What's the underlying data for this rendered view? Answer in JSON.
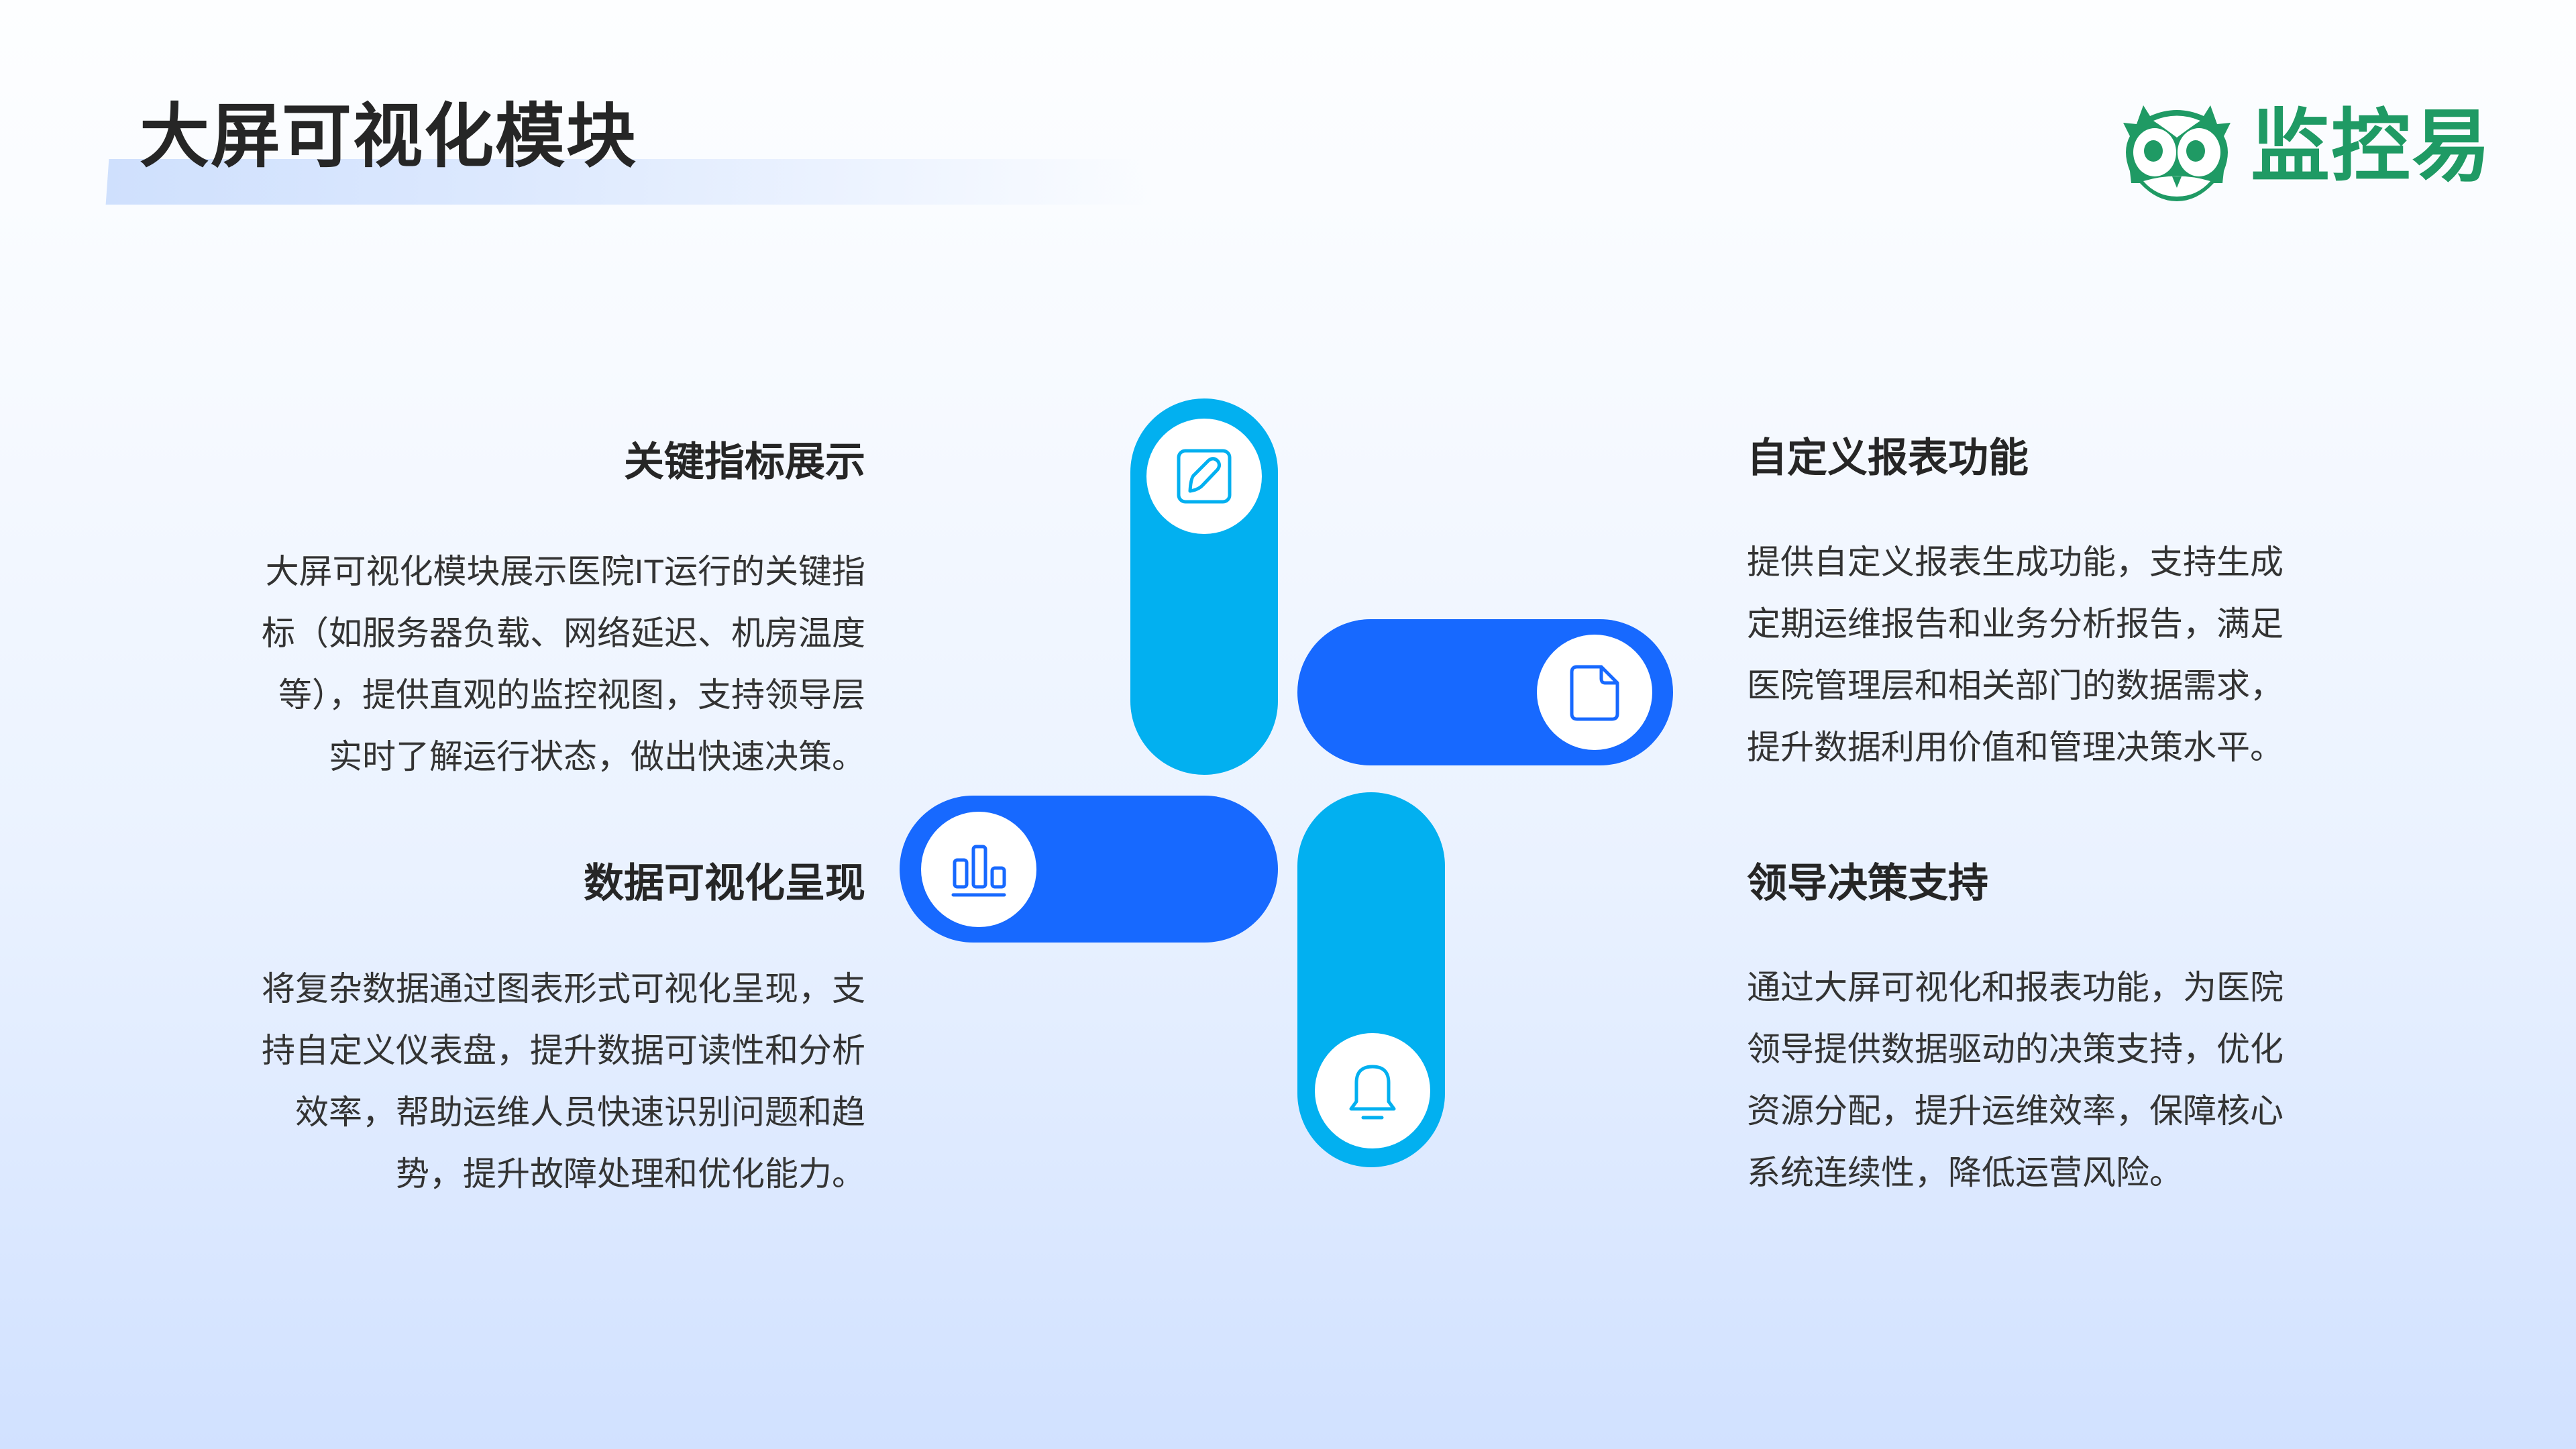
{
  "header": {
    "title": "大屏可视化模块",
    "logo_text": "监控易",
    "logo_icon": "owl-icon"
  },
  "colors": {
    "cyan": "#02B0F0",
    "blue": "#1769FF",
    "logo_green": "#1F9A64",
    "title_text": "#262626"
  },
  "diagram": {
    "pills": [
      {
        "position": "top",
        "color": "#02B0F0",
        "icon": "edit-square-icon"
      },
      {
        "position": "right",
        "color": "#1769FF",
        "icon": "document-icon"
      },
      {
        "position": "left",
        "color": "#1769FF",
        "icon": "bar-chart-icon"
      },
      {
        "position": "bottom",
        "color": "#02B0F0",
        "icon": "bell-icon"
      }
    ]
  },
  "sections": [
    {
      "title": "关键指标展示",
      "body": "大屏可视化模块展示医院IT运行的关键指标（如服务器负载、网络延迟、机房温度等），提供直观的监控视图，支持领导层实时了解运行状态，做出快速决策。"
    },
    {
      "title": "数据可视化呈现",
      "body": "将复杂数据通过图表形式可视化呈现，支持自定义仪表盘，提升数据可读性和分析效率，帮助运维人员快速识别问题和趋势，提升故障处理和优化能力。"
    },
    {
      "title": "自定义报表功能",
      "body": "提供自定义报表生成功能，支持生成定期运维报告和业务分析报告，满足医院管理层和相关部门的数据需求，提升数据利用价值和管理决策水平。"
    },
    {
      "title": "领导决策支持",
      "body": "通过大屏可视化和报表功能，为医院领导提供数据驱动的决策支持，优化资源分配，提升运维效率，保障核心系统连续性，降低运营风险。"
    }
  ]
}
